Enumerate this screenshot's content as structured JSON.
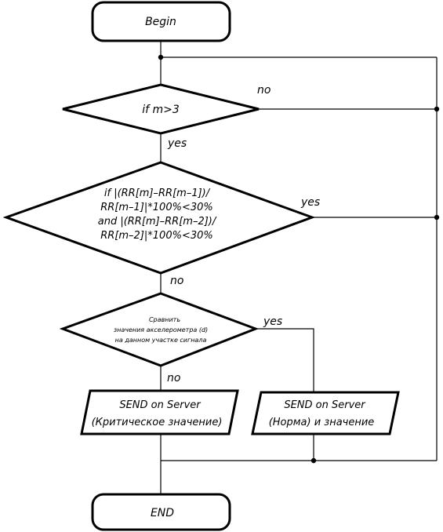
{
  "nodes": {
    "begin": "Begin",
    "check_m": "if m>3",
    "check_rr": [
      "if |(RR[m]–RR[m–1])/",
      "RR[m–1]|*100%<30%",
      "and |(RR[m]–RR[m–2])/",
      "RR[m–2]|*100%<30%"
    ],
    "compare": [
      "Сравнить",
      "значения акселерометра (d)",
      "на данном участке сигнала"
    ],
    "send_critical": [
      "SEND on Server",
      "(Критическое значение)"
    ],
    "send_normal": [
      "SEND on Server",
      "(Норма) и значение"
    ],
    "end": "END"
  },
  "edges": {
    "check_m_no": "no",
    "check_m_yes": "yes",
    "check_rr_yes": "yes",
    "check_rr_no": "no",
    "compare_yes": "yes",
    "compare_no": "no"
  }
}
